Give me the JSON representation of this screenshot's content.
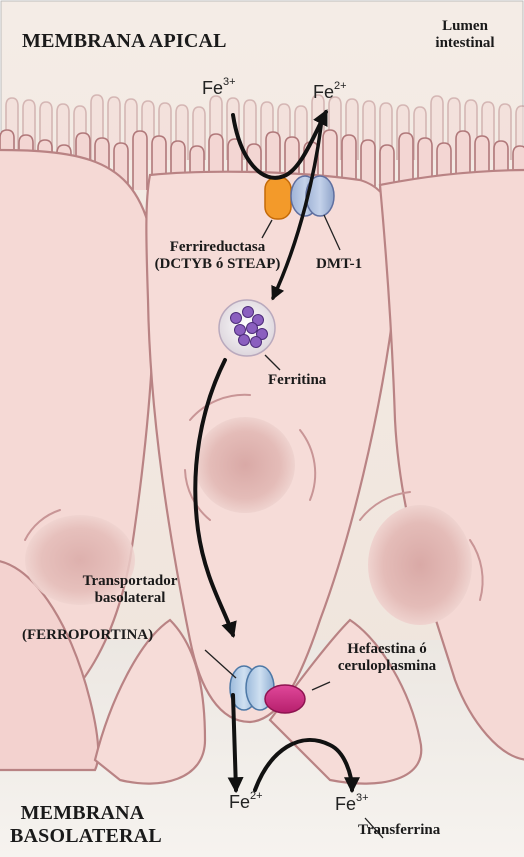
{
  "labels": {
    "apical_membrane": "MEMBRANA APICAL",
    "lumen_line1": "Lumen",
    "lumen_line2": "intestinal",
    "ferrireductase_line1": "Ferrireductasa",
    "ferrireductase_line2": "(DCTYB ó STEAP)",
    "dmt1": "DMT-1",
    "ferritin": "Ferritina",
    "transporter_line1": "Transportador",
    "transporter_line2": "basolateral",
    "ferroportin": "(FERROPORTINA)",
    "hephaestin_line1": "Hefaestina ó",
    "hephaestin_line2": "ceruloplasmina",
    "basolateral_line1": "MEMBRANA",
    "basolateral_line2": "BASOLATERAL",
    "transferrin": "Transferrina"
  },
  "ions": {
    "fe_label": "Fe",
    "charge2": "2+",
    "charge3": "3+"
  },
  "colors": {
    "ferrireductase": "#f39a2a",
    "dmt1": "#a9bbe0",
    "ferroportin": "#b4cde8",
    "hephaestin": "#d0307f",
    "ferritin_particles": "#8b5fbf",
    "cell_fill": "#f6dcd8"
  }
}
